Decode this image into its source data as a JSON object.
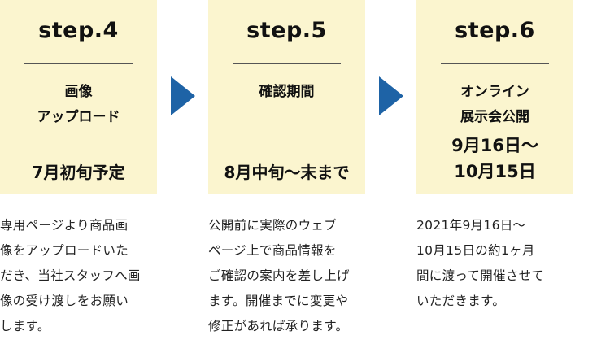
{
  "steps": [
    {
      "title": "step.4",
      "label_lines": [
        "画像",
        "アップロード"
      ],
      "date_lines": [
        "7月初旬予定"
      ],
      "description_lines": [
        "専用ページより商品画",
        "像をアップロードいた",
        "だき、当社スタッフへ画",
        "像の受け渡しをお願い",
        "します。"
      ]
    },
    {
      "title": "step.5",
      "label_lines": [
        "確認期間"
      ],
      "date_lines": [
        "8月中旬〜末まで"
      ],
      "description_lines": [
        "公開前に実際のウェブ",
        "ページ上で商品情報を",
        "ご確認の案内を差し上げ",
        "ます。開催までに変更や",
        "修正があれば承ります。"
      ]
    },
    {
      "title": "step.6",
      "label_lines": [
        "オンライン",
        "展示会公開"
      ],
      "date_lines": [
        "9月16日〜",
        "10月15日"
      ],
      "description_lines": [
        "2021年9月16日〜",
        "10月15日の約1ヶ月",
        "間に渡って開催させて",
        "いただきます。"
      ]
    }
  ],
  "colors": {
    "box_background": "#fbf5cf",
    "arrow": "#1e63a6"
  },
  "icons": {
    "arrow": "right-arrow-icon"
  }
}
